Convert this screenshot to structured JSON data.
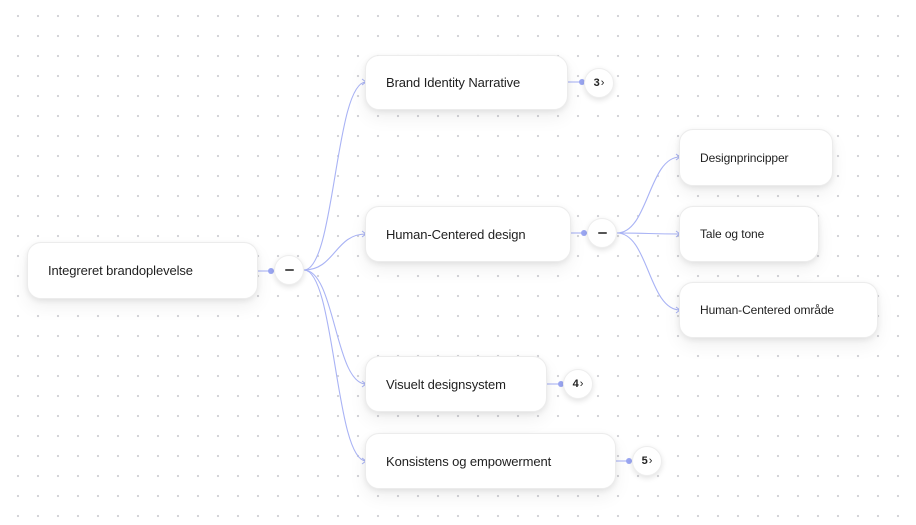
{
  "colors": {
    "connector": "#a9b3f5",
    "dot": "#9aa6f2",
    "node_bg": "#ffffff"
  },
  "root": {
    "label": "Integreret brandoplevelse"
  },
  "branches": [
    {
      "label": "Brand Identity Narrative",
      "badge": "3"
    },
    {
      "label": "Human-Centered design",
      "children": [
        {
          "label": "Designprincipper"
        },
        {
          "label": "Tale og tone"
        },
        {
          "label": "Human-Centered område"
        }
      ]
    },
    {
      "label": "Visuelt designsystem",
      "badge": "4"
    },
    {
      "label": "Konsistens og empowerment",
      "badge": "5"
    }
  ],
  "icons": {
    "collapse": "minus-icon",
    "expand": "chevron-right-icon"
  }
}
